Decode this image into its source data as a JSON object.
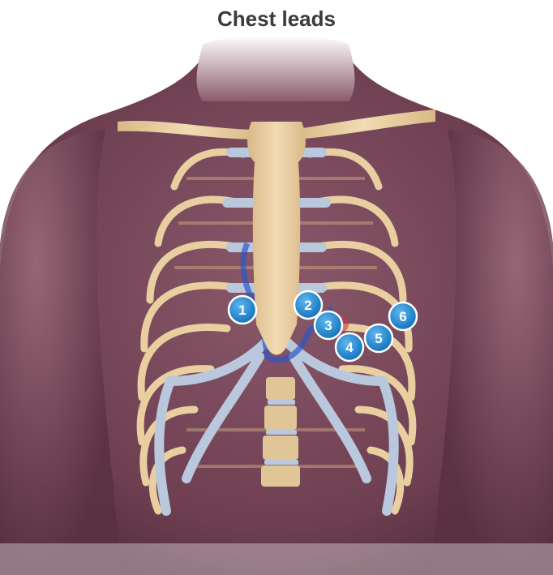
{
  "diagram": {
    "title": "Chest leads",
    "colors": {
      "skin": "#7a4a5c",
      "bone": "#e9cfa0",
      "cartilage": "#b9c8dd",
      "lead_fill": "#1e86d4",
      "lead_ring": "#ffffff"
    },
    "leads": [
      {
        "label": "1"
      },
      {
        "label": "2"
      },
      {
        "label": "3"
      },
      {
        "label": "4"
      },
      {
        "label": "5"
      },
      {
        "label": "6"
      }
    ]
  }
}
